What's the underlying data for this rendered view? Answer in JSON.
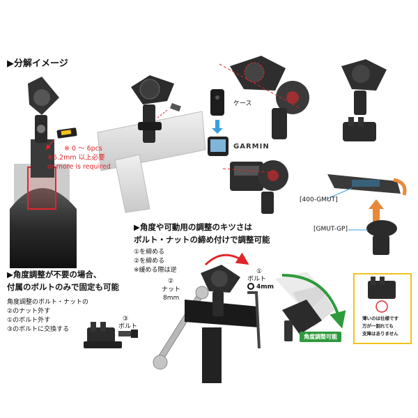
{
  "exploded": {
    "title": "▶分解イメージ",
    "notes": [
      "※ 0 ～ 6pcs",
      "※5.2mm 以上必要",
      "or more is required"
    ]
  },
  "kit": {
    "line1": "▶角度や可動用の調整のキツさは",
    "line2": "ボルト・ナットの締め付けで調整可能"
  },
  "steps": [
    "①を締める",
    "②を締める",
    "※緩める際は逆"
  ],
  "fixed": {
    "line1": "▶角度調整が不要の場合、",
    "line2": "付属のボルトのみで固定も可能"
  },
  "swap": [
    "角度調整のボルト・ナットの",
    "②のナット外す",
    "①のボルト外す",
    "③のボルトに交換する"
  ],
  "case_label": "ケース",
  "garmin_label": "GARMIN",
  "part_400": "[400-GMUT]",
  "part_gp": "[GMUT-GP]",
  "bolt3": {
    "num": "③",
    "text": "ボルト"
  },
  "nut2": {
    "num": "②",
    "text": "ナット",
    "size": "8mm"
  },
  "bolt1": {
    "num": "①",
    "text": "ボルト",
    "size": "4mm"
  },
  "angle_badge": "角度調整可能",
  "warning": [
    "薄いのは仕様です",
    "万が一割れても",
    "支障はありません"
  ],
  "colors": {
    "red": "#e0262b",
    "green": "#2e9a3c",
    "orange": "#e8893a",
    "yellow": "#f2c21b",
    "blue": "#3aa0dd"
  }
}
